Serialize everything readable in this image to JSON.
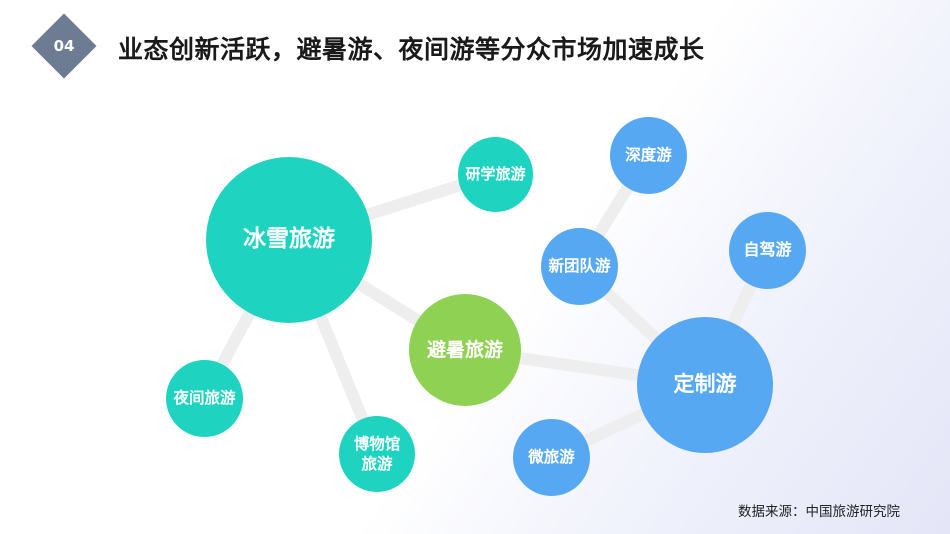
{
  "header": {
    "badge": "04",
    "title": "业态创新活跃，避暑游、夜间游等分众市场加速成长"
  },
  "diagram": {
    "nodes": {
      "bingxue": "冰雪旅游",
      "yanxue": "研学旅游",
      "bishu": "避暑旅游",
      "yejian": "夜间旅游",
      "bowuguan_line1": "博物馆",
      "bowuguan_line2": "旅游",
      "shendu": "深度游",
      "xintuandui": "新团队游",
      "zijia": "自驾游",
      "dingzhi": "定制游",
      "weilv": "微旅游"
    },
    "colors": {
      "teal": "#1ed3c0",
      "green": "#8fd152",
      "blue": "#57a8f2",
      "connector": "#eeeeee"
    }
  },
  "footer": {
    "source": "数据来源：中国旅游研究院"
  }
}
